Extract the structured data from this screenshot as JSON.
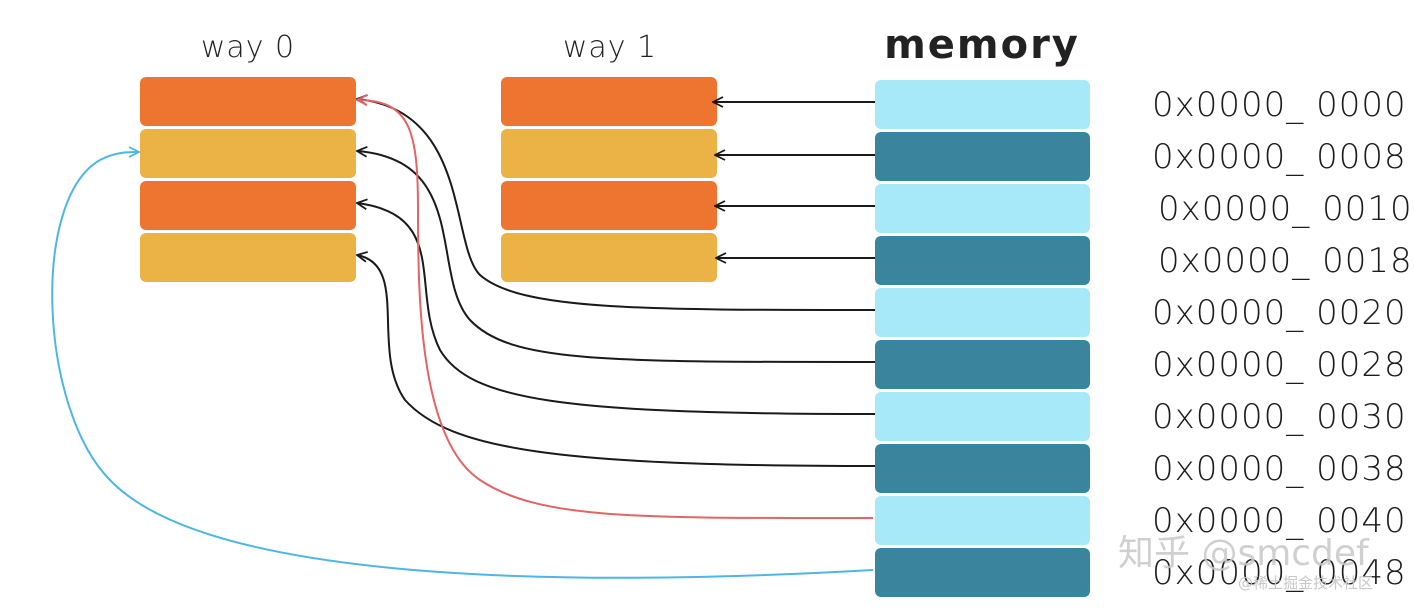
{
  "headings": {
    "way0": "way 0",
    "way1": "way 1",
    "memory": "memory"
  },
  "addresses": [
    "0x0000_ 0000",
    "0x0000_ 0008",
    "0x0000_ 0010",
    "0x0000_ 0018",
    "0x0000_ 0020",
    "0x0000_ 0028",
    "0x0000_ 0030",
    "0x0000_ 0038",
    "0x0000_ 0040",
    "0x0000_ 0048"
  ],
  "watermark": {
    "line1": "知乎 @smcdef",
    "line2": "@稀土掘金技术社区"
  },
  "colors": {
    "orange": "#ee7530",
    "amber": "#ebb245",
    "light_blue": "#a7e8f9",
    "dark_teal": "#3b849e",
    "black_arrow": "#1a1a1a",
    "red_arrow": "#e36464",
    "blue_arrow": "#4cb6e6"
  }
}
